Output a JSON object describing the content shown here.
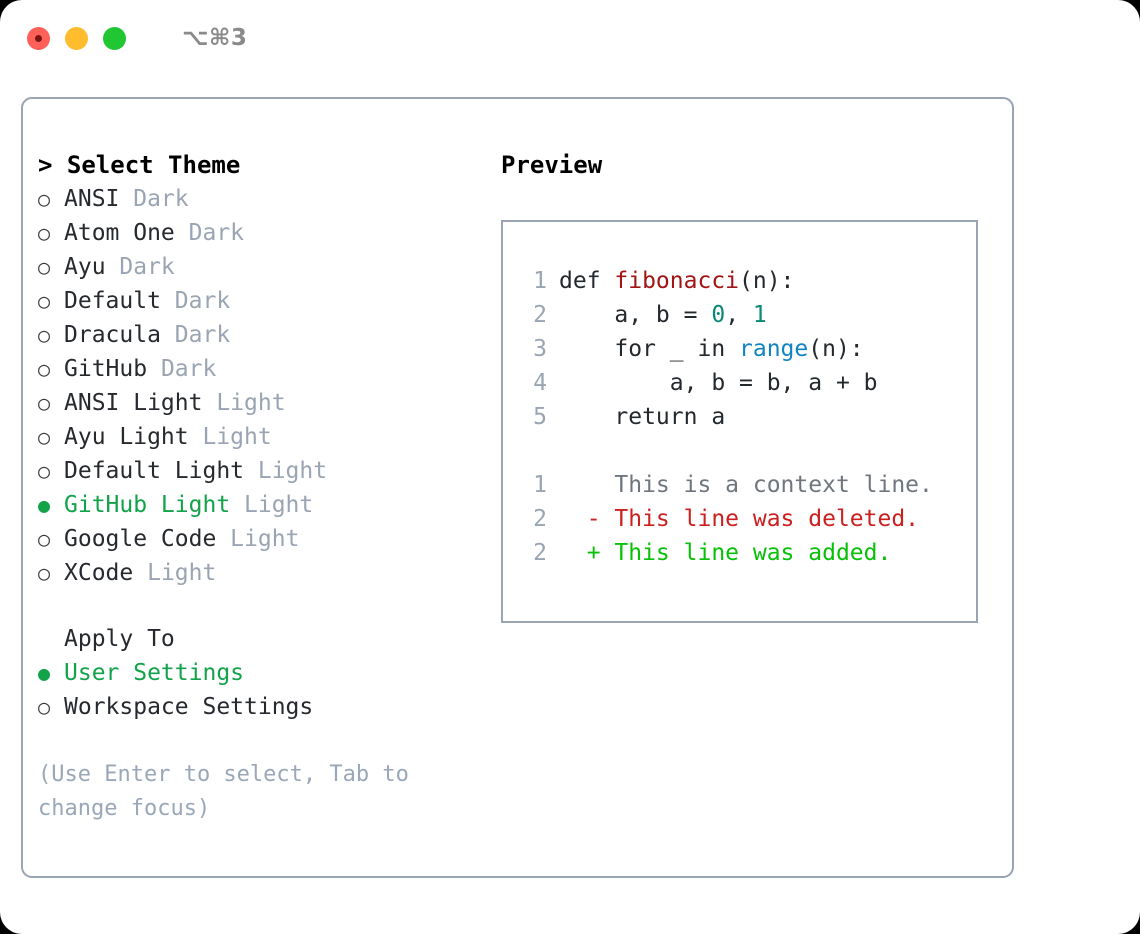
{
  "window": {
    "shortcut_label": "⌥⌘3",
    "traffic_lights": [
      "close",
      "minimize",
      "zoom"
    ]
  },
  "theme_picker": {
    "header": "> Select Theme",
    "options": [
      {
        "bullet": "○",
        "name": "ANSI",
        "tag": "Dark",
        "selected": false
      },
      {
        "bullet": "○",
        "name": "Atom One",
        "tag": "Dark",
        "selected": false
      },
      {
        "bullet": "○",
        "name": "Ayu",
        "tag": "Dark",
        "selected": false
      },
      {
        "bullet": "○",
        "name": "Default",
        "tag": "Dark",
        "selected": false
      },
      {
        "bullet": "○",
        "name": "Dracula",
        "tag": "Dark",
        "selected": false
      },
      {
        "bullet": "○",
        "name": "GitHub",
        "tag": "Dark",
        "selected": false
      },
      {
        "bullet": "○",
        "name": "ANSI Light",
        "tag": "Light",
        "selected": false
      },
      {
        "bullet": "○",
        "name": "Ayu Light",
        "tag": "Light",
        "selected": false
      },
      {
        "bullet": "○",
        "name": "Default Light",
        "tag": "Light",
        "selected": false
      },
      {
        "bullet": "●",
        "name": "GitHub Light",
        "tag": "Light",
        "selected": true
      },
      {
        "bullet": "○",
        "name": "Google Code",
        "tag": "Light",
        "selected": false
      },
      {
        "bullet": "○",
        "name": "XCode",
        "tag": "Light",
        "selected": false
      }
    ]
  },
  "apply_to": {
    "header": "Apply To",
    "options": [
      {
        "bullet": "●",
        "name": "User Settings",
        "tag": "",
        "selected": true
      },
      {
        "bullet": "○",
        "name": "Workspace Settings",
        "tag": "",
        "selected": false
      }
    ]
  },
  "hint": "(Use Enter to select, Tab to change focus)",
  "preview": {
    "header": "Preview",
    "code_lines": [
      {
        "n": "1",
        "tokens": [
          {
            "t": "def ",
            "k": "plain"
          },
          {
            "t": "fibonacci",
            "k": "fn"
          },
          {
            "t": "(n):",
            "k": "plain"
          }
        ]
      },
      {
        "n": "2",
        "tokens": [
          {
            "t": "    a, b = ",
            "k": "plain"
          },
          {
            "t": "0",
            "k": "num"
          },
          {
            "t": ", ",
            "k": "plain"
          },
          {
            "t": "1",
            "k": "num"
          }
        ]
      },
      {
        "n": "3",
        "tokens": [
          {
            "t": "    for _ in ",
            "k": "plain"
          },
          {
            "t": "range",
            "k": "blt"
          },
          {
            "t": "(n):",
            "k": "plain"
          }
        ]
      },
      {
        "n": "4",
        "tokens": [
          {
            "t": "        a, b = b, a + b",
            "k": "plain"
          }
        ]
      },
      {
        "n": "5",
        "tokens": [
          {
            "t": "    return a",
            "k": "plain"
          }
        ]
      }
    ],
    "diff_lines": [
      {
        "n": "1",
        "marker": "  ",
        "text": "This is a context line.",
        "kind": "context"
      },
      {
        "n": "2",
        "marker": "- ",
        "text": "This line was deleted.",
        "kind": "deleted"
      },
      {
        "n": "2",
        "marker": "+ ",
        "text": "This line was added.",
        "kind": "added"
      }
    ]
  },
  "colors": {
    "selection_green": "#12a34a",
    "diff_add_green": "#07c007",
    "diff_del_red": "#cc1f1f",
    "function_red": "#a31515",
    "number_teal": "#0b8878",
    "builtin_blue": "#1283c3",
    "muted_grey": "#9aa4b2",
    "border": "#9aa4b2"
  }
}
